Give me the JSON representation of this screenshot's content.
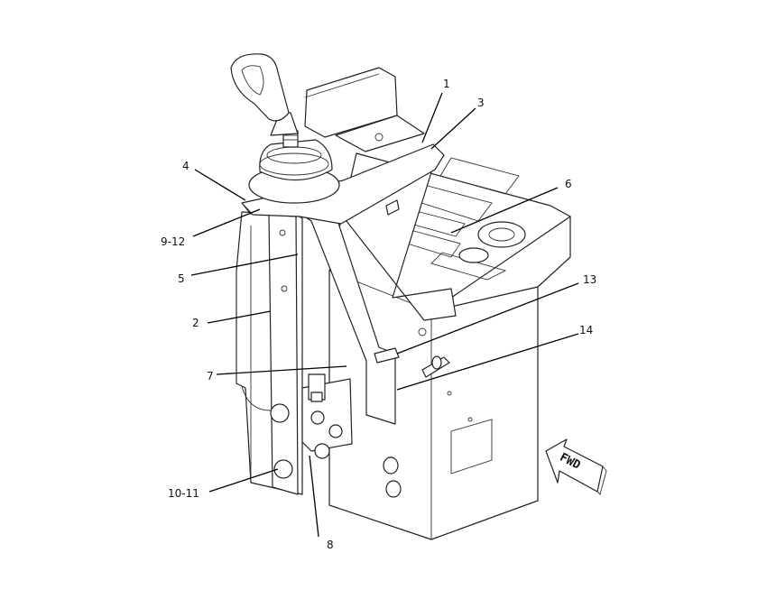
{
  "callouts": [
    {
      "id": "1",
      "label": "1"
    },
    {
      "id": "3",
      "label": "3"
    },
    {
      "id": "4",
      "label": "4"
    },
    {
      "id": "6",
      "label": "6"
    },
    {
      "id": "9-12",
      "label": "9-12"
    },
    {
      "id": "5",
      "label": "5"
    },
    {
      "id": "13",
      "label": "13"
    },
    {
      "id": "2",
      "label": "2"
    },
    {
      "id": "14",
      "label": "14"
    },
    {
      "id": "7",
      "label": "7"
    },
    {
      "id": "10-11",
      "label": "10-11"
    },
    {
      "id": "8",
      "label": "8"
    }
  ],
  "direction_arrow": {
    "label": "FWD"
  }
}
